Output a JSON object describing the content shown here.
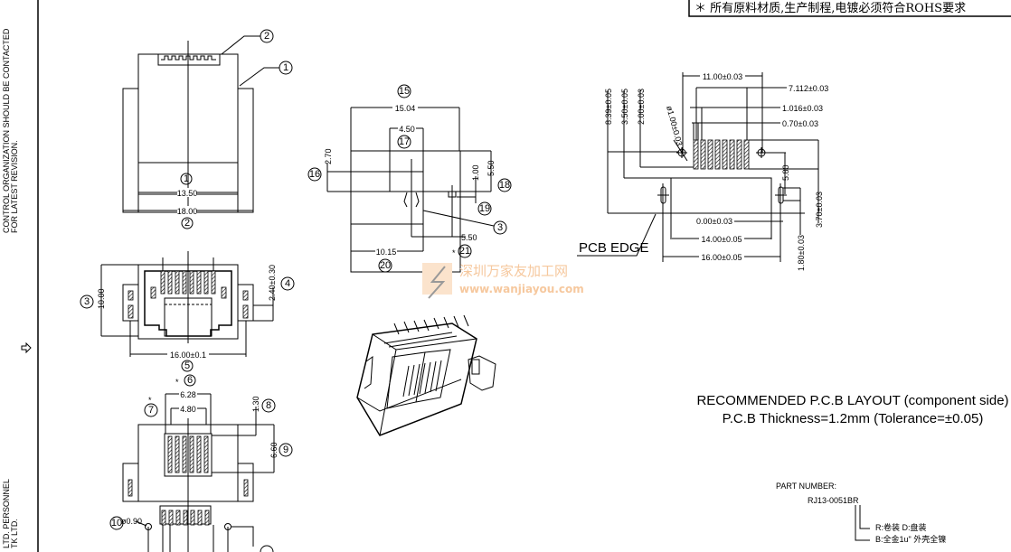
{
  "title_note": "＊ 所有原料材质,生产制程,电镀必须符合ROHS要求",
  "side_margin": {
    "line1": "CONTROL ORGANIZATION SHOULD BE CONTACTED",
    "line2": "FOR LATEST REVISION.",
    "line3": "LTD. PERSONNEL",
    "line4": "TK LTD."
  },
  "front_view": {
    "dim_inner": "13.50",
    "dim_outer": "18.00",
    "callouts": [
      "1",
      "2",
      "1",
      "2"
    ]
  },
  "bottom_view": {
    "dim_height": "10.00",
    "dim_width": "16.00±0.1",
    "dim_side": "2.40±0.30",
    "callouts": [
      "3",
      "4",
      "5",
      "6",
      "7"
    ],
    "star": "*"
  },
  "top_view": {
    "dim_a": "6.28",
    "dim_b": "4.80",
    "dim_c": "1.30",
    "dim_d": "6.60",
    "dim_hole": "ø0.90",
    "callouts": [
      "8",
      "9",
      "10"
    ]
  },
  "side_view": {
    "dim_width": "15.04",
    "dim_window": "4.50",
    "dim_h1": "2.70",
    "dim_h2": "5.50",
    "dim_h3": "1.00",
    "dim_pin": "5.50",
    "dim_len": "10.15",
    "callouts": [
      "15",
      "16",
      "17",
      "18",
      "19",
      "3",
      "20",
      "21"
    ]
  },
  "watermark": {
    "cn": "深圳万家友加工网",
    "url": "www.wanjiayou.com"
  },
  "pcb_layout": {
    "dims": [
      "11.00±0.03",
      "7.112±0.03",
      "1.016±0.03",
      "0.70±0.03",
      "8.39±0.05",
      "3.50±0.05",
      "2.00±0.03",
      "ø1.00±0.03",
      "5.80",
      "3.70±0.03",
      "0.00±0.03",
      "14.00±0.05",
      "16.00±0.05",
      "1.80±0.03"
    ],
    "edge_label": "PCB EDGE",
    "title_line1": "RECOMMENDED P.C.B LAYOUT (component side)",
    "title_line2": "P.C.B Thickness=1.2mm (Tolerance=±0.05)"
  },
  "part_number": {
    "label": "PART NUMBER:",
    "value": "RJ13-0051BR",
    "option_r": "R:卷装 D:盘装",
    "option_b": "B:全金1u\" 外壳全镍"
  }
}
